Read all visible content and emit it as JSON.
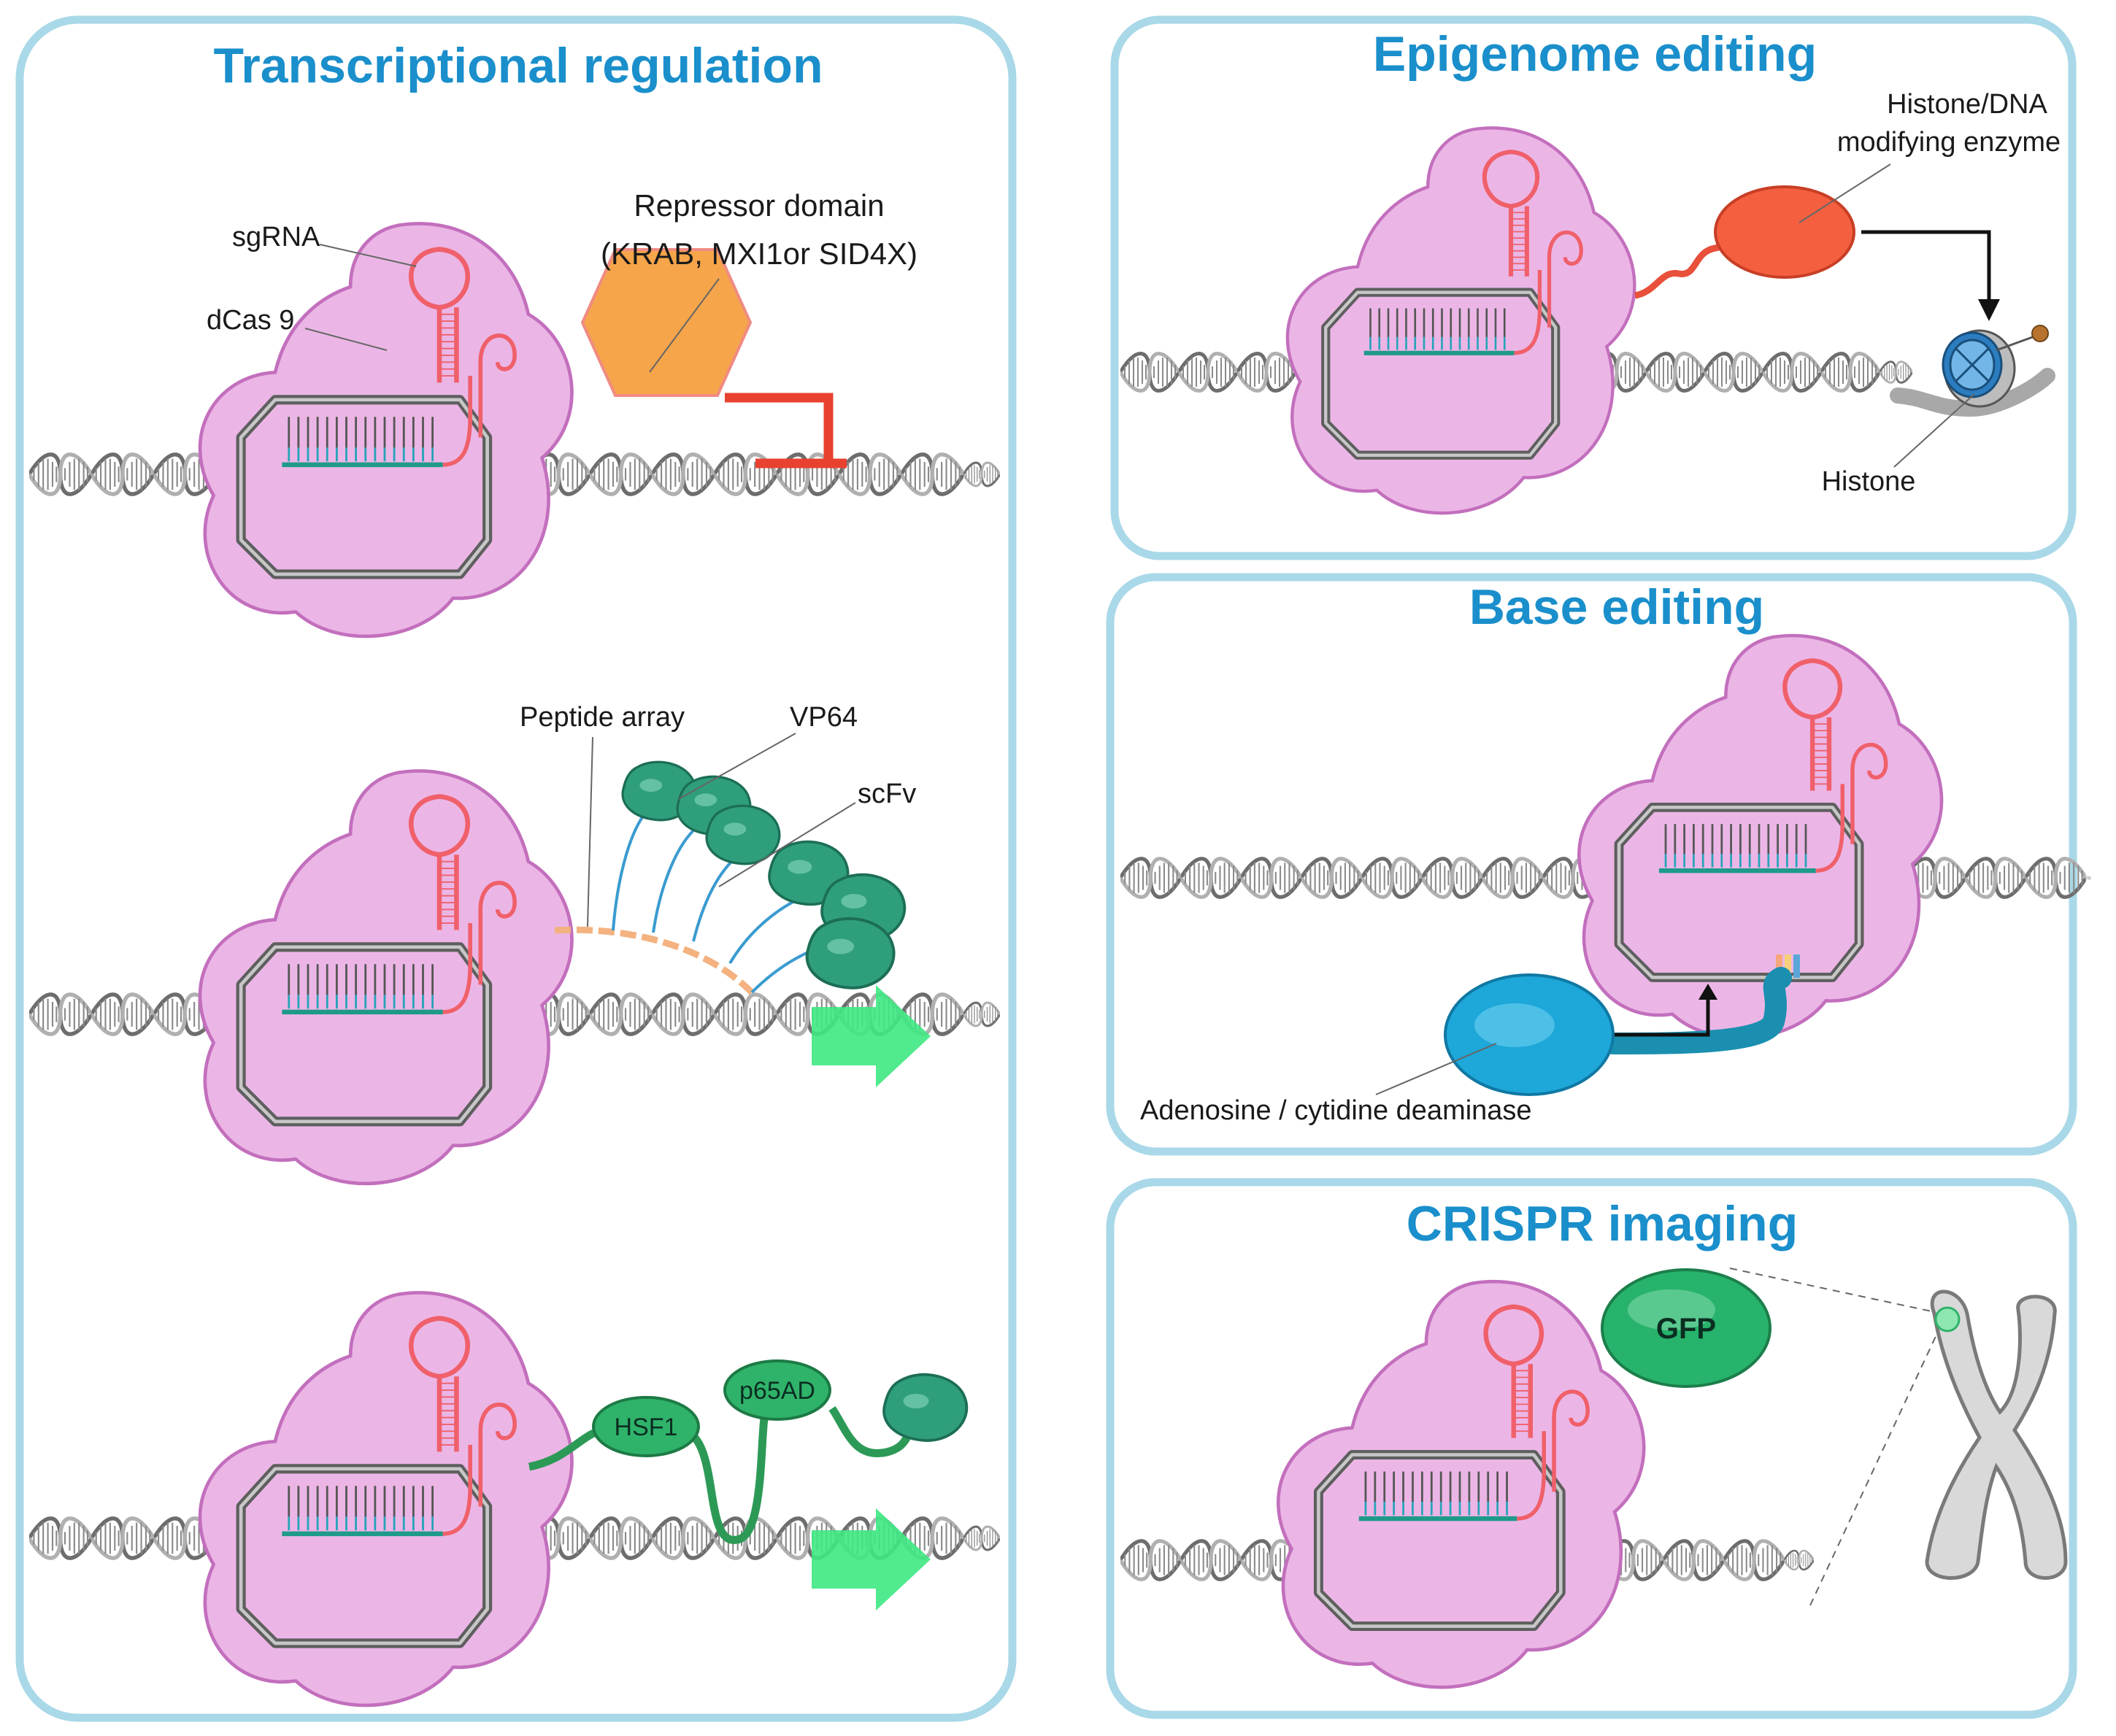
{
  "panels": {
    "transcriptional": {
      "title": "Transcriptional regulation"
    },
    "epigenome": {
      "title": "Epigenome editing"
    },
    "base": {
      "title": "Base editing"
    },
    "imaging": {
      "title": "CRISPR imaging"
    }
  },
  "labels": {
    "sgrna": "sgRNA",
    "dcas9": "dCas 9",
    "repressor_line1": "Repressor domain",
    "repressor_line2": "(KRAB, MXI1or SID4X)",
    "peptide_array": "Peptide array",
    "vp64": "VP64",
    "scfv": "scFv",
    "hsf1": "HSF1",
    "p65ad": "p65AD",
    "enzyme_line1": "Histone/DNA",
    "enzyme_line2": "modifying enzyme",
    "histone": "Histone",
    "deaminase": "Adenosine / cytidine deaminase",
    "gfp": "GFP"
  },
  "colors": {
    "panel_border": "#a9d8e8",
    "title": "#1a8fcb",
    "cas9_fill": "#ebb6e6",
    "cas9_stroke": "#c36fbd",
    "sgrna": "#f0606a",
    "repressor": "#f6a54a",
    "repressor_bar": "#e8412f",
    "activator": "#2f9e7c",
    "hsf1_fill": "#2fb36a",
    "enzyme": "#f4603f",
    "deaminase": "#1ea7d9",
    "gfp": "#27b36b",
    "arrow_green": "#3ee882"
  }
}
